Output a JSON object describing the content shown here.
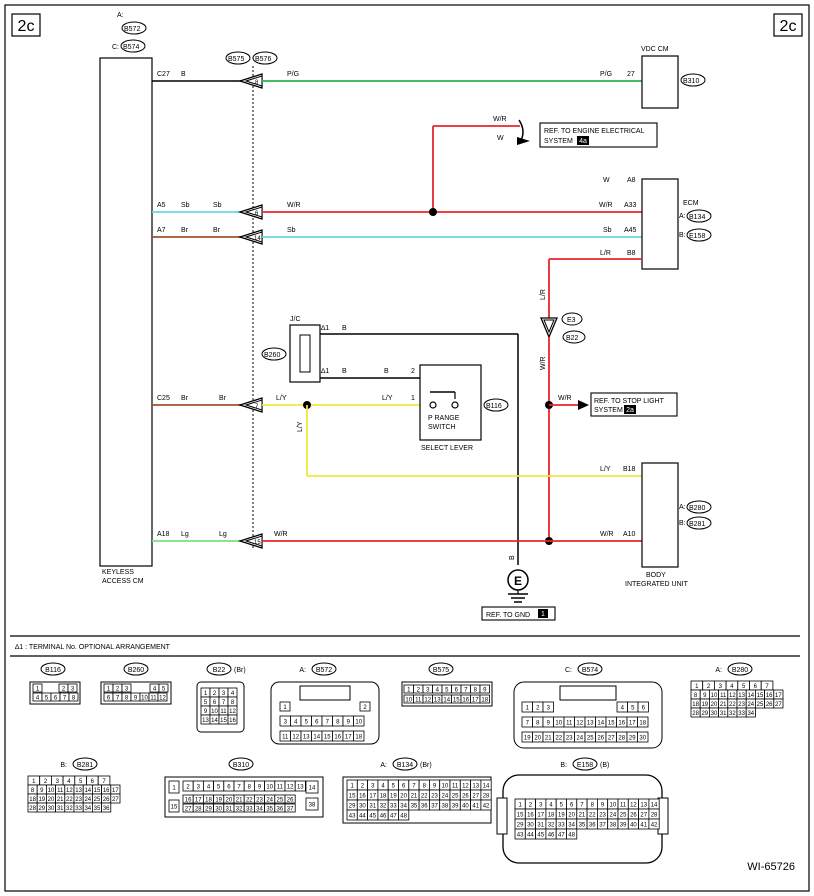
{
  "page_tags": {
    "left": "2c",
    "right": "2c"
  },
  "keyless": {
    "label": [
      "KEYLESS",
      "ACCESS CM"
    ],
    "conn_a_prefix": "A:",
    "conn_a": "B572",
    "conn_c_prefix": "C:",
    "conn_c": "B574",
    "pins": [
      {
        "pin": "C27",
        "color": "B"
      },
      {
        "pin": "A5",
        "color": "Sb"
      },
      {
        "pin": "A7",
        "color": "Br"
      },
      {
        "pin": "C25",
        "color": "Br"
      },
      {
        "pin": "A18",
        "color": "Lg"
      }
    ]
  },
  "joint": {
    "conn1": "B575",
    "conn2": "B576",
    "pins": [
      "8",
      "6",
      "14",
      "7",
      "15"
    ],
    "left_colors": [
      "Sb",
      "Br",
      "Br",
      "Lg"
    ]
  },
  "vdc": {
    "label": "VDC CM",
    "conn": "B310",
    "pin": "27",
    "wire": "P/G",
    "wire_left": "P/G"
  },
  "ref_engine": {
    "text": [
      "REF. TO ENGINE ELECTRICAL",
      "SYSTEM"
    ],
    "badge": "4a",
    "w1": "W/R",
    "w2": "W"
  },
  "ecm": {
    "label": "ECM",
    "conn_a_prefix": "A:",
    "conn_a": "B134",
    "conn_b_prefix": "B:",
    "conn_b": "E158",
    "pins": [
      {
        "pin": "A8",
        "color": "W"
      },
      {
        "pin": "A33",
        "color": "W/R"
      },
      {
        "pin": "A45",
        "color": "Sb"
      },
      {
        "pin": "B8",
        "color": "L/R"
      }
    ]
  },
  "mid_wires": {
    "wr_ecm": "W/R",
    "sb_ecm": "Sb",
    "lr_vertical": "L/R",
    "wr_vertical": "W/R"
  },
  "ground_e3": {
    "name": "E3",
    "conn": "B22"
  },
  "jc": {
    "label": "J/C",
    "conn": "B260",
    "star1": "∆1",
    "star2": "∆1",
    "wire1": "B",
    "wire2": "B"
  },
  "select_lever": {
    "label": "SELECT LEVER",
    "switch": [
      "P RANGE",
      "SWITCH"
    ],
    "conn": "B116",
    "pin2": "2",
    "pin1": "1",
    "wire_b": "B",
    "wire_ly": "L/Y"
  },
  "ref_stop": {
    "text": [
      "REF. TO STOP LIGHT",
      "SYSTEM"
    ],
    "badge": "2a",
    "wire": "W/R"
  },
  "ly_wires": {
    "left": "L/Y",
    "vertical": "L/Y",
    "bcm": "L/Y"
  },
  "bcm": {
    "label": [
      "BODY",
      "INTEGRATED UNIT"
    ],
    "conn_a_prefix": "A:",
    "conn_a": "B280",
    "conn_b_prefix": "B:",
    "conn_b": "B281",
    "pins": [
      {
        "pin": "B18",
        "color": "L/Y"
      },
      {
        "pin": "A10",
        "color": "W/R"
      }
    ]
  },
  "bottom_wire": {
    "joint_right": "W/R"
  },
  "gnd": {
    "wire": "B",
    "ref": "REF. TO GND",
    "badge": "1",
    "symbol": "E"
  },
  "footnote": "∆1 : TERMINAL No. OPTIONAL ARRANGEMENT",
  "connectors": {
    "b116": {
      "name": "B116",
      "row1": [
        "1",
        "2",
        "3"
      ],
      "row2": [
        "4",
        "5",
        "6",
        "7",
        "8"
      ]
    },
    "b260": {
      "name": "B260",
      "row1": [
        "1",
        "2",
        "3",
        "4",
        "5"
      ],
      "row2": [
        "6",
        "7",
        "8",
        "9",
        "10",
        "11",
        "12"
      ]
    },
    "b22": {
      "name": "B22",
      "suffix": "(Br)",
      "cells": [
        "1",
        "2",
        "3",
        "4",
        "5",
        "6",
        "7",
        "8",
        "9",
        "10",
        "11",
        "12",
        "13",
        "14",
        "15",
        "16"
      ]
    },
    "b572": {
      "prefix": "A:",
      "name": "B572",
      "cells": [
        "1",
        "2",
        "3",
        "4",
        "5",
        "6",
        "7",
        "8",
        "9",
        "10",
        "11",
        "12",
        "13",
        "14",
        "15",
        "16",
        "17",
        "18"
      ]
    },
    "b575": {
      "name": "B575",
      "row1": [
        "1",
        "2",
        "3",
        "4",
        "5",
        "6",
        "7",
        "8",
        "9"
      ],
      "row2": [
        "10",
        "11",
        "12",
        "13",
        "14",
        "15",
        "16",
        "17",
        "18"
      ]
    },
    "b574": {
      "prefix": "C:",
      "name": "B574",
      "cells": [
        "1",
        "2",
        "3",
        "4",
        "5",
        "6",
        "7",
        "8",
        "9",
        "10",
        "11",
        "12",
        "13",
        "14",
        "15",
        "16",
        "17",
        "18",
        "19",
        "20",
        "21",
        "22",
        "23",
        "24",
        "25",
        "26",
        "27",
        "28",
        "29",
        "30"
      ]
    },
    "b280": {
      "prefix": "A:",
      "name": "B280",
      "row1": [
        "1",
        "2",
        "3",
        "4",
        "5",
        "6",
        "7"
      ],
      "cells": [
        "8",
        "9",
        "10",
        "11",
        "12",
        "13",
        "14",
        "15",
        "16",
        "17",
        "18",
        "19",
        "20",
        "21",
        "22",
        "23",
        "24",
        "25",
        "26",
        "27",
        "28",
        "29",
        "30",
        "31",
        "32",
        "33",
        "34"
      ]
    },
    "b281": {
      "prefix": "B:",
      "name": "B281",
      "row1": [
        "1",
        "2",
        "3",
        "4",
        "5",
        "6",
        "7"
      ],
      "cells": [
        "8",
        "9",
        "10",
        "11",
        "12",
        "13",
        "14",
        "15",
        "16",
        "17",
        "18",
        "19",
        "20",
        "21",
        "22",
        "23",
        "24",
        "25",
        "26",
        "27",
        "28",
        "29",
        "30",
        "31",
        "32",
        "33",
        "34",
        "35",
        "36"
      ]
    },
    "b310": {
      "name": "B310",
      "row1": [
        "1",
        "2",
        "3",
        "4",
        "5",
        "6",
        "7",
        "8",
        "9",
        "10",
        "11",
        "12",
        "13",
        "14"
      ],
      "row2": [
        "15",
        "16",
        "17",
        "18",
        "19",
        "20",
        "21",
        "22",
        "23",
        "24",
        "25",
        "26",
        "27",
        "28",
        "29",
        "30",
        "31",
        "32",
        "33",
        "34",
        "35",
        "36",
        "37",
        "38"
      ]
    },
    "b134": {
      "prefix": "A:",
      "name": "B134",
      "suffix": "(Br)",
      "cells": [
        "1",
        "2",
        "3",
        "4",
        "5",
        "6",
        "7",
        "8",
        "9",
        "10",
        "11",
        "12",
        "13",
        "14",
        "15",
        "16",
        "17",
        "18",
        "19",
        "20",
        "21",
        "22",
        "23",
        "24",
        "25",
        "26",
        "27",
        "28",
        "29",
        "30",
        "31",
        "32",
        "33",
        "34",
        "35",
        "36",
        "37",
        "38",
        "39",
        "40",
        "41",
        "42",
        "43",
        "44",
        "45",
        "46",
        "47",
        "48"
      ]
    },
    "e158": {
      "prefix": "B:",
      "name": "E158",
      "suffix": "(B)",
      "cells": [
        "1",
        "2",
        "3",
        "4",
        "5",
        "6",
        "7",
        "8",
        "9",
        "10",
        "11",
        "12",
        "13",
        "14",
        "15",
        "16",
        "17",
        "18",
        "19",
        "20",
        "21",
        "22",
        "23",
        "24",
        "25",
        "26",
        "27",
        "28",
        "29",
        "30",
        "31",
        "32",
        "33",
        "34",
        "35",
        "36",
        "37",
        "38",
        "39",
        "40",
        "41",
        "42",
        "43",
        "44",
        "45",
        "46",
        "47",
        "48"
      ]
    }
  },
  "figure_id": "WI-65726",
  "colors": {
    "green": "#2bb34a",
    "red": "#e8262a",
    "cyan": "#66d8e0",
    "brown": "#a0522d",
    "yellow": "#f2e73d",
    "lightgreen": "#7ee07e",
    "black": "#000000"
  }
}
